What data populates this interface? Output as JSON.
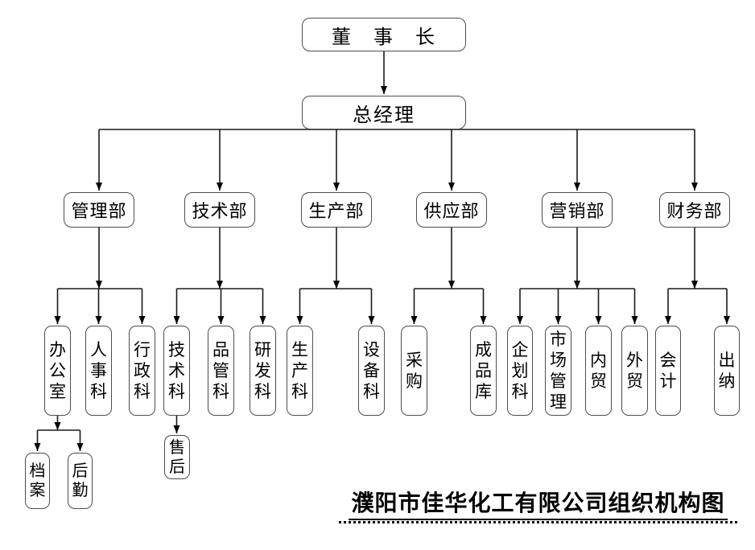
{
  "title": "濮阳市佳华化工有限公司组织机构图",
  "chairman": "董 事 长",
  "general_manager": "总经理",
  "departments": [
    {
      "label": "管理部",
      "children": [
        "办公室",
        "人事科",
        "行政科"
      ]
    },
    {
      "label": "技术部",
      "children": [
        "技术科",
        "品管科",
        "研发科"
      ]
    },
    {
      "label": "生产部",
      "children": [
        "生产科",
        "设备科"
      ]
    },
    {
      "label": "供应部",
      "children": [
        "采购",
        "成品库"
      ]
    },
    {
      "label": "营销部",
      "children": [
        "企划科",
        "市场管理",
        "内贸",
        "外贸"
      ]
    },
    {
      "label": "财务部",
      "children": [
        "会计",
        "出纳"
      ]
    }
  ],
  "office_sub": [
    "档案",
    "后勤"
  ],
  "tech_sub": [
    "售后"
  ],
  "colors": {
    "background": "#ffffff",
    "box_border": "#4d4d4d",
    "connector_line": "#000000",
    "text": "#000000"
  }
}
